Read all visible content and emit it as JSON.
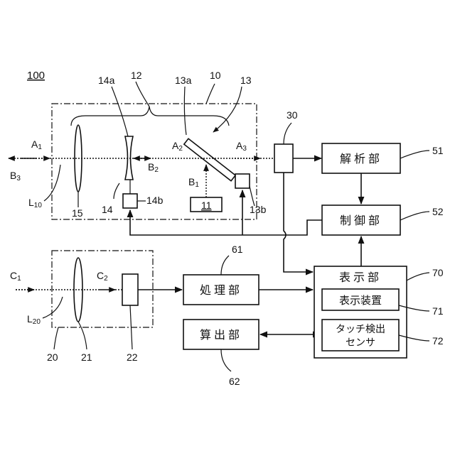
{
  "labels": {
    "system": "100",
    "ref_10": "10",
    "ref_12": "12",
    "ref_13": "13",
    "ref_13a": "13a",
    "ref_13b": "13b",
    "ref_14": "14",
    "ref_14a": "14a",
    "ref_14b": "14b",
    "ref_15": "15",
    "ref_11": "11",
    "ref_20": "20",
    "ref_21": "21",
    "ref_22": "22",
    "ref_30": "30",
    "ref_51": "51",
    "ref_52": "52",
    "ref_61": "61",
    "ref_62": "62",
    "ref_70": "70",
    "ref_71": "71",
    "ref_72": "72"
  },
  "beams": {
    "A1": {
      "main": "A",
      "sub": "1"
    },
    "A2": {
      "main": "A",
      "sub": "2"
    },
    "A3": {
      "main": "A",
      "sub": "3"
    },
    "B1": {
      "main": "B",
      "sub": "1"
    },
    "B2": {
      "main": "B",
      "sub": "2"
    },
    "B3": {
      "main": "B",
      "sub": "3"
    },
    "C1": {
      "main": "C",
      "sub": "1"
    },
    "C2": {
      "main": "C",
      "sub": "2"
    },
    "L10": {
      "main": "L",
      "sub": "10"
    },
    "L20": {
      "main": "L",
      "sub": "20"
    }
  },
  "blocks": {
    "analysis": "解析部",
    "control": "制御部",
    "processing": "処理部",
    "calculation": "算出部",
    "display_unit": "表示部",
    "display_device": "表示装置",
    "touch_sensor_line1": "タッチ検出",
    "touch_sensor_line2": "センサ"
  }
}
